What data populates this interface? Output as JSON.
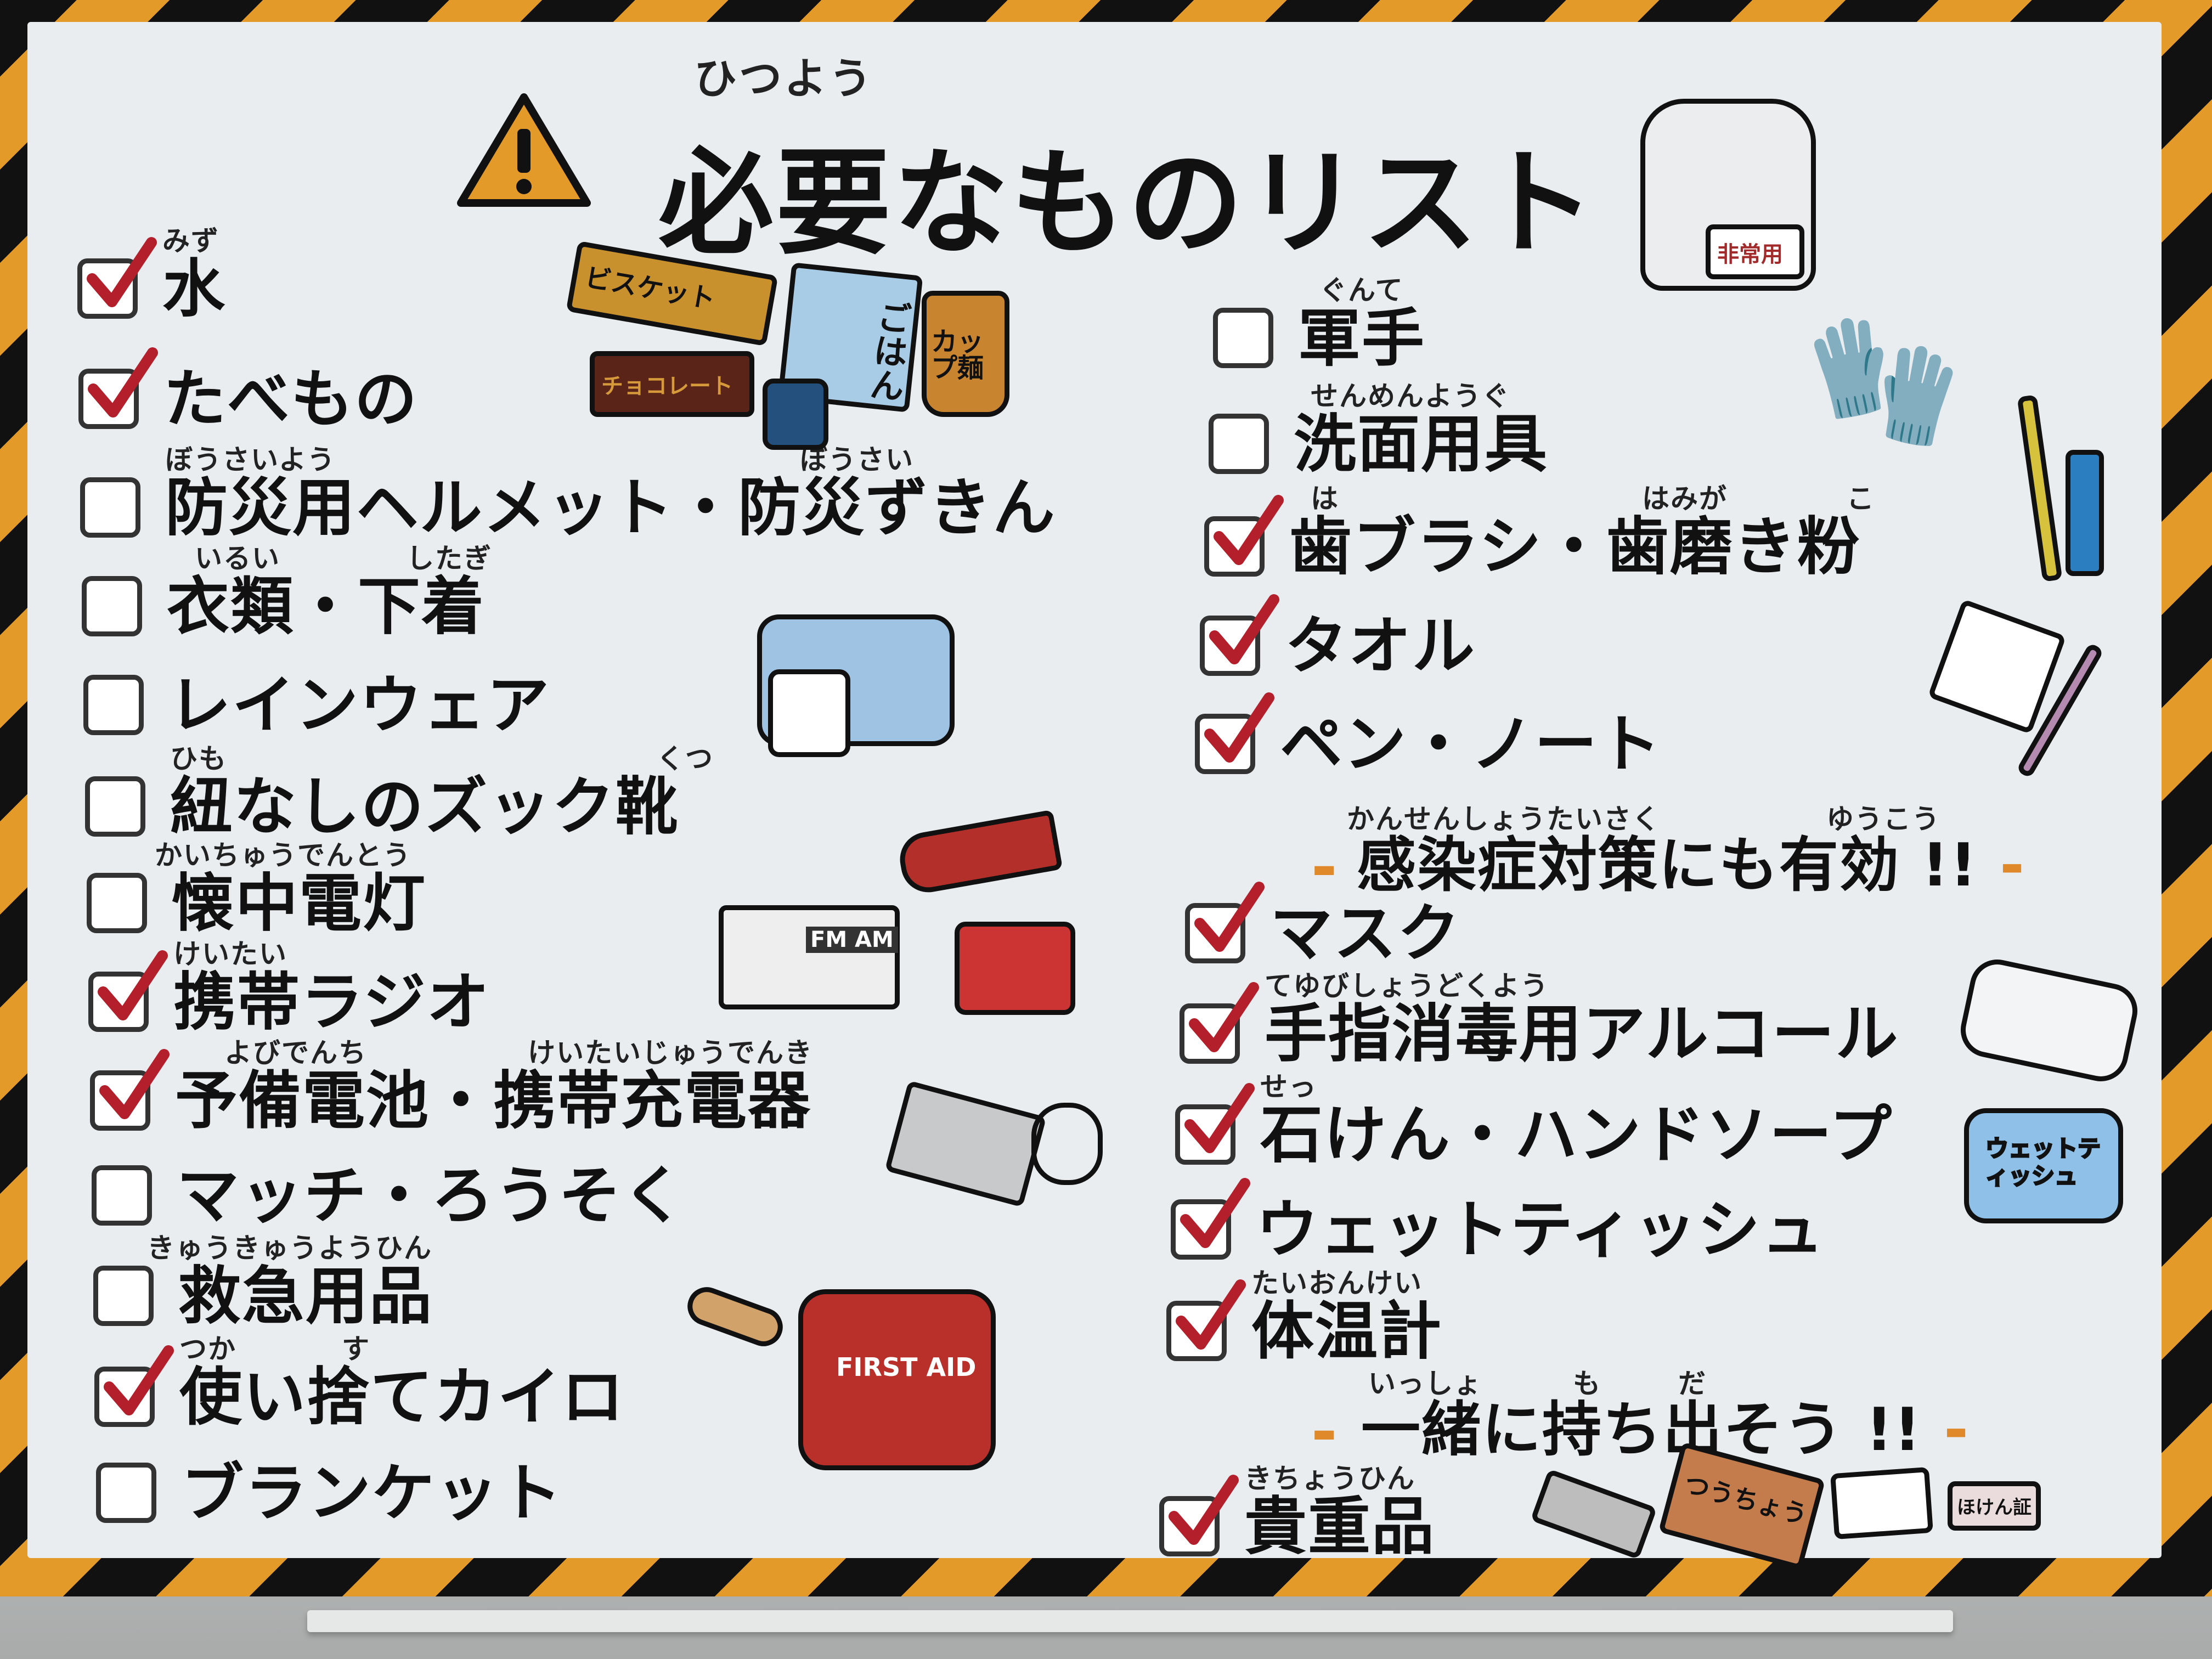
{
  "title": "必要なものリスト",
  "title_reading": "ひつよう",
  "left_items": [
    {
      "label": "水",
      "readings": [
        "みず"
      ],
      "checked": true
    },
    {
      "label": "たべもの",
      "readings": [],
      "checked": true
    },
    {
      "label": "防災用ヘルメット・防災ずきん",
      "readings": [
        "ぼうさいよう",
        "ぼうさい"
      ],
      "checked": false
    },
    {
      "label": "衣類・下着",
      "readings": [
        "いるい",
        "したぎ"
      ],
      "checked": false
    },
    {
      "label": "レインウェア",
      "readings": [],
      "checked": false
    },
    {
      "label": "紐なしのズック靴",
      "readings": [
        "ひも",
        "くつ"
      ],
      "checked": false
    },
    {
      "label": "懐中電灯",
      "readings": [
        "かいちゅうでんとう"
      ],
      "checked": false
    },
    {
      "label": "携帯ラジオ",
      "readings": [
        "けいたい"
      ],
      "checked": true
    },
    {
      "label": "予備電池・携帯充電器",
      "readings": [
        "よびでんち",
        "けいたいじゅうでんき"
      ],
      "checked": true
    },
    {
      "label": "マッチ・ろうそく",
      "readings": [],
      "checked": false
    },
    {
      "label": "救急用品",
      "readings": [
        "きゅうきゅうようひん"
      ],
      "checked": false
    },
    {
      "label": "使い捨てカイロ",
      "readings": [
        "つか",
        "す"
      ],
      "checked": true
    },
    {
      "label": "ブランケット",
      "readings": [],
      "checked": false
    }
  ],
  "right_items": [
    {
      "label": "軍手",
      "readings": [
        "ぐんて"
      ],
      "checked": false
    },
    {
      "label": "洗面用具",
      "readings": [
        "せんめんようぐ"
      ],
      "checked": false
    },
    {
      "label": "歯ブラシ・歯磨き粉",
      "readings": [
        "は",
        "はみが",
        "こ"
      ],
      "checked": true
    },
    {
      "label": "タオル",
      "readings": [],
      "checked": true
    },
    {
      "label": "ペン・ノート",
      "readings": [],
      "checked": true
    },
    {
      "label": "マスク",
      "readings": [],
      "checked": true
    },
    {
      "label": "手指消毒用アルコール",
      "readings": [
        "てゆびしょうどくよう"
      ],
      "checked": true
    },
    {
      "label": "石けん・ハンドソープ",
      "readings": [
        "せっ"
      ],
      "checked": true
    },
    {
      "label": "ウェットティッシュ",
      "readings": [],
      "checked": true
    },
    {
      "label": "体温計",
      "readings": [
        "たいおんけい"
      ],
      "checked": true
    },
    {
      "label": "貴重品",
      "readings": [
        "きちょうひん"
      ],
      "checked": true
    }
  ],
  "banners": [
    {
      "text": "感染症対策にも有効 !!",
      "readings": [
        "かんせんしょうたいさく",
        "ゆうこう"
      ],
      "dash": "-"
    },
    {
      "text": "一緒に持ち出そう !!",
      "readings": [
        "いっしょ",
        "も",
        "だ"
      ],
      "dash": "-"
    }
  ],
  "illustrations": {
    "biscuit": "ビスケット",
    "chocolate": "チョコレート",
    "rice": "ごはん",
    "cup_noodle": "カップ麺",
    "backpack": "非常用",
    "radio": "FM AM",
    "first_aid": "FIRST AID",
    "wet_tissue": "ウェットティッシュ",
    "passbook": "つうちょう",
    "insurance_card": "ほけん証"
  },
  "colors": {
    "check": "#b3202c",
    "stripe_orange": "#e39a28",
    "stripe_black": "#111111",
    "panel": "#e9edf0"
  }
}
